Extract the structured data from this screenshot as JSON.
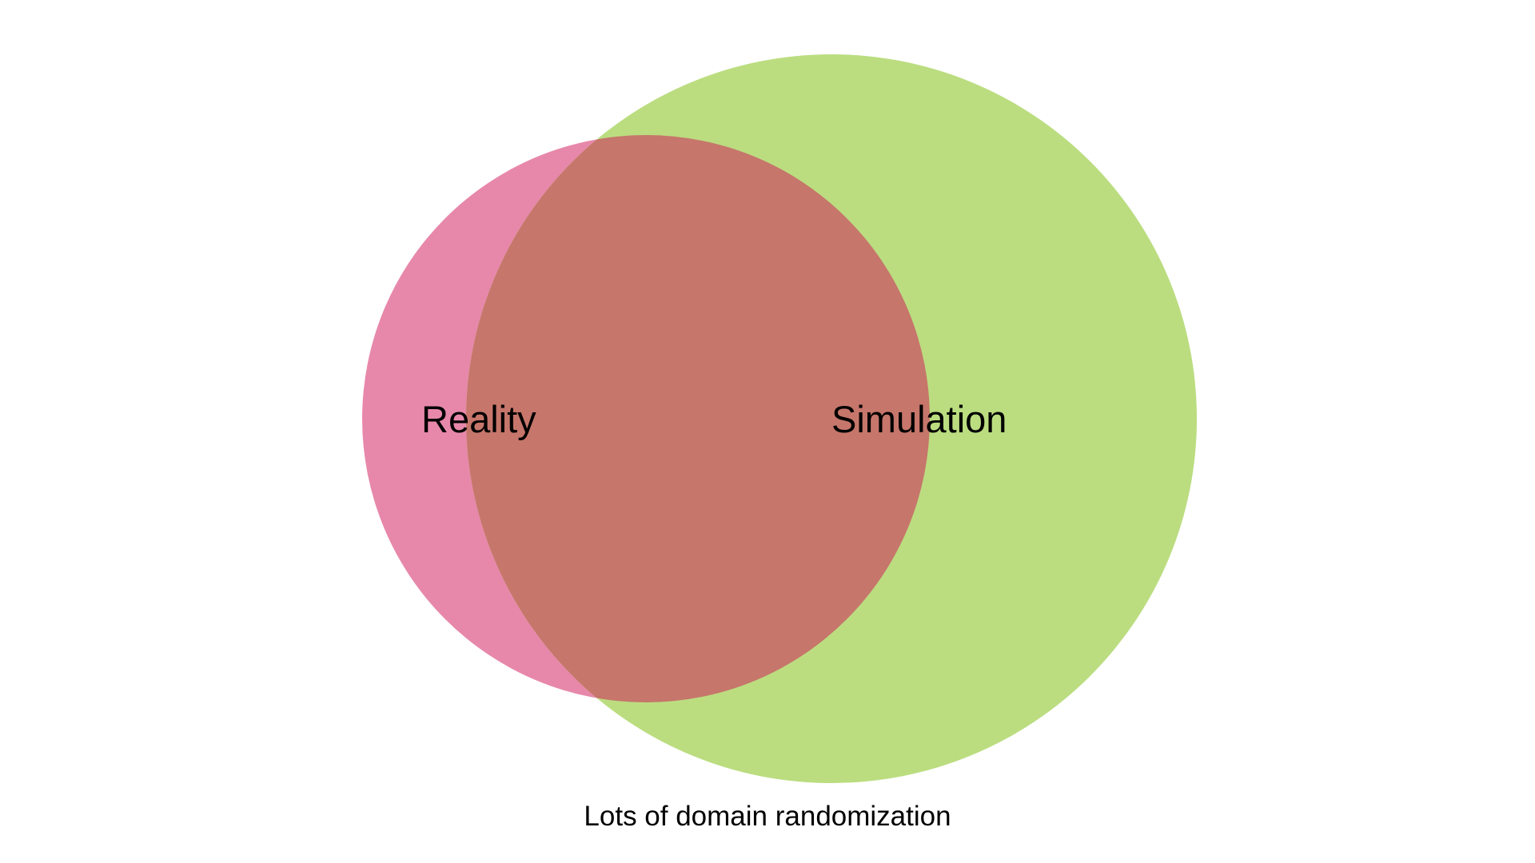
{
  "diagram": {
    "sets": [
      {
        "id": "reality",
        "label": "Reality",
        "color": "#e788aa"
      },
      {
        "id": "simulation",
        "label": "Simulation",
        "color": "#bbdd80"
      }
    ],
    "overlap_color": "#c6766b",
    "caption": "Lots of domain randomization"
  }
}
